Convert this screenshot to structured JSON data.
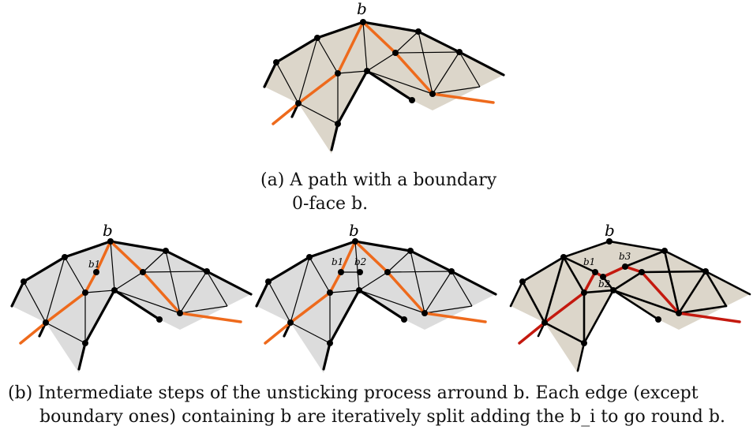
{
  "colors": {
    "face_tan": "#dcd6ca",
    "face_gray": "#dcdcdc",
    "path_orange": "#ee6a1c",
    "path_red": "#c4190f",
    "edge": "#000000"
  },
  "panel_a": {
    "label_b": "b"
  },
  "panel_b1": {
    "label_b": "b",
    "label_b1": "b1"
  },
  "panel_b2": {
    "label_b": "b",
    "label_b1": "b1",
    "label_b2": "b2"
  },
  "panel_b3": {
    "label_b": "b",
    "label_b1": "b1",
    "label_b2": "b2",
    "label_b3": "b3"
  },
  "caption_a": {
    "tag": "(a)",
    "line1": "A path with a boundary",
    "line2": "0-face b."
  },
  "caption_b": {
    "tag": "(b)",
    "line1": "Intermediate steps of the unsticking process arround b.  Each edge (except",
    "line2": "boundary ones) containing b are iteratively split adding the b_i to go round b."
  }
}
